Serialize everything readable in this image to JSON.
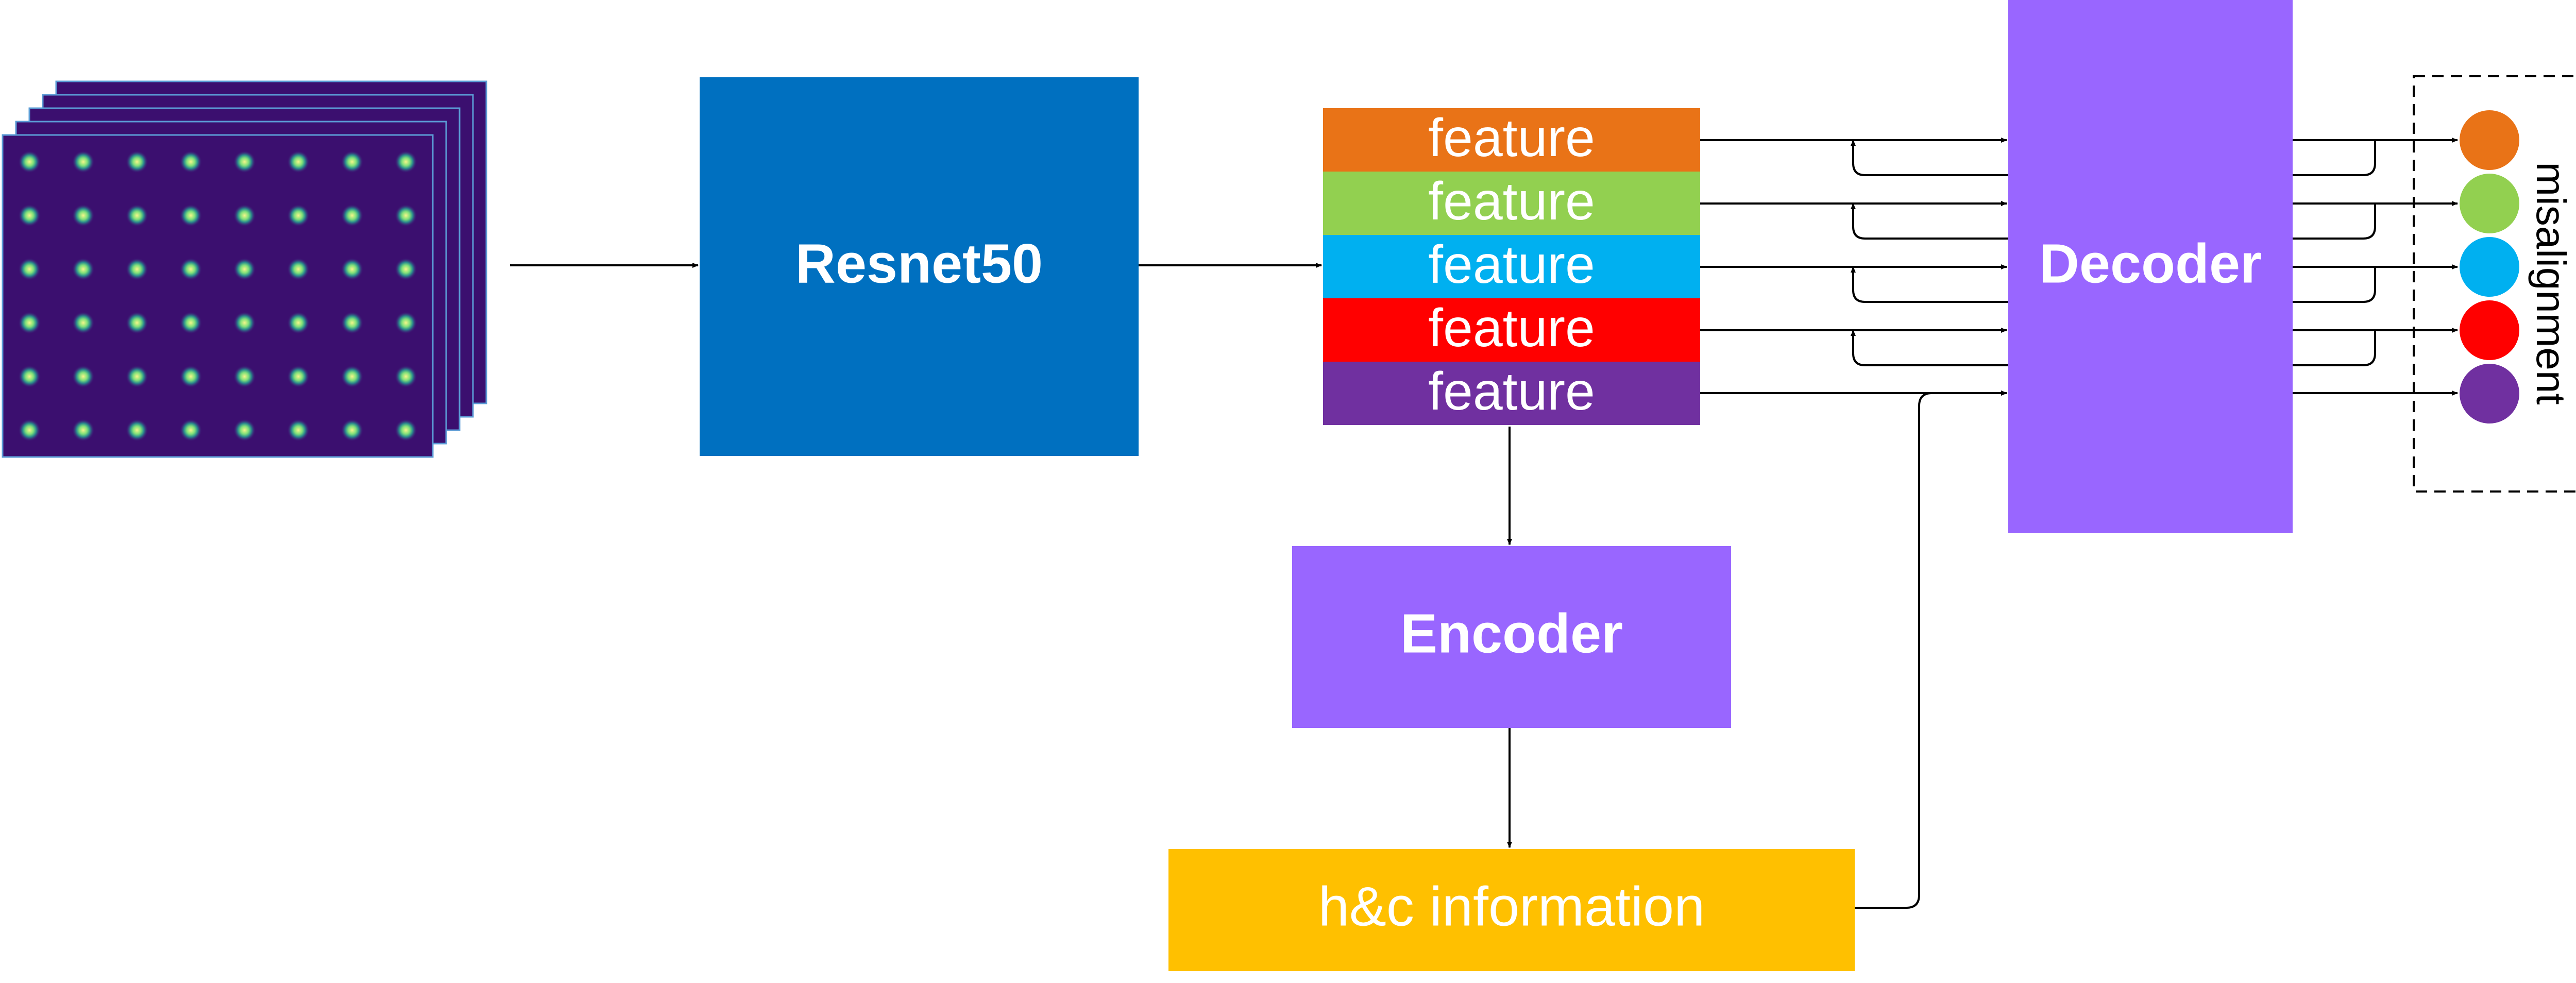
{
  "blocks": {
    "resnet": {
      "label": "Resnet50",
      "color": "#0070C0"
    },
    "decoder": {
      "label": "Decoder",
      "color": "#9966FF"
    },
    "encoder": {
      "label": "Encoder",
      "color": "#9966FF"
    },
    "hc": {
      "label": "h&c information",
      "color": "#FFC000"
    }
  },
  "features": [
    {
      "label": "feature",
      "color": "#E97317"
    },
    {
      "label": "feature",
      "color": "#92D050"
    },
    {
      "label": "feature",
      "color": "#00B0F0"
    },
    {
      "label": "feature",
      "color": "#FF0000"
    },
    {
      "label": "feature",
      "color": "#7030A0"
    }
  ],
  "outputs": {
    "label": "misalignment",
    "circles": [
      {
        "color": "#E97317"
      },
      {
        "color": "#92D050"
      },
      {
        "color": "#00B0F0"
      },
      {
        "color": "#FF0000"
      },
      {
        "color": "#7030A0"
      }
    ]
  },
  "input_images": {
    "stack_count": 5,
    "grid_rows": 6,
    "grid_cols": 8,
    "background_color": "#3B0F6F",
    "spot_color": "#7FE07A"
  }
}
